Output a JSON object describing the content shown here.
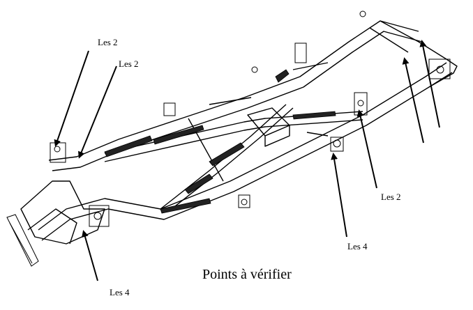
{
  "caption": "Points à vérifier",
  "labels": {
    "front_left_upper": "Les 2",
    "front_left_lower": "Les 2",
    "mid_right": "Les 2",
    "mid_bottom": "Les 4",
    "front_bottom": "Les 4"
  },
  "colors": {
    "ink": "#000000",
    "paper": "#ffffff"
  }
}
